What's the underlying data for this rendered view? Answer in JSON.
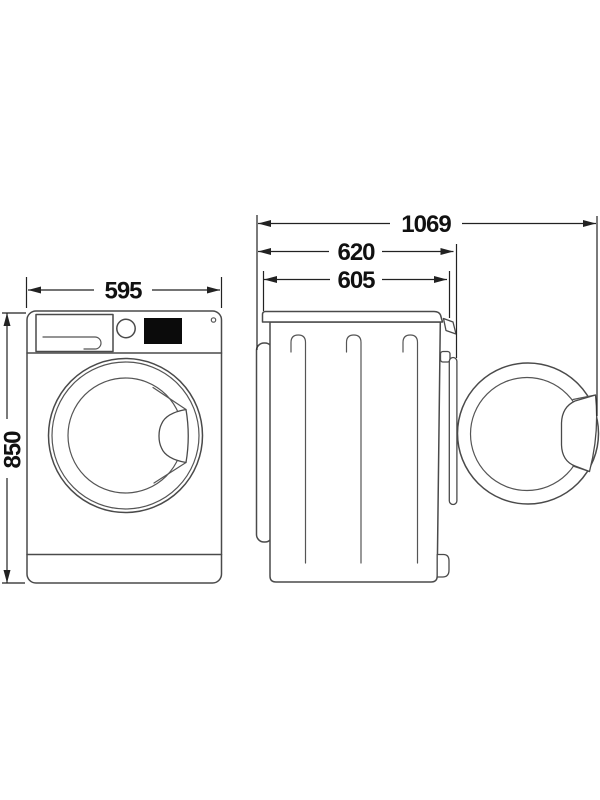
{
  "diagram": {
    "title": "washing-machine-dimension-diagram",
    "views": {
      "front": "front view of front-loading washing machine",
      "side": "side view with porthole door open"
    },
    "dimensions": {
      "width": "595",
      "height": "850",
      "depth_door_open": "1069",
      "depth_overall": "620",
      "depth_body": "605"
    },
    "colors": {
      "background": "#ffffff",
      "outline": "#4a4a4a",
      "dimension_lines": "#222222",
      "display_panel": "#0b0b0b",
      "text": "#111111"
    }
  }
}
